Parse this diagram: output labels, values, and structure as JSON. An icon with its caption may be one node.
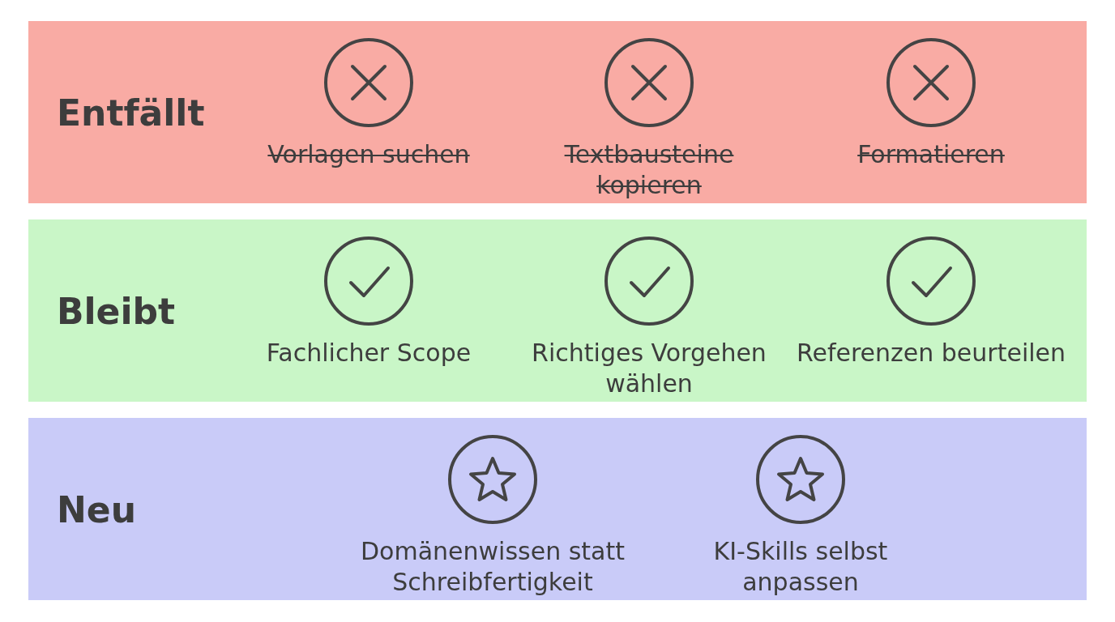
{
  "diagram": {
    "nodes": [
      {
        "text": [
          "Entfällt"
        ]
      },
      {
        "text": [
          "Vorlagen suchen"
        ],
        "in": 0
      },
      {
        "text": [
          "Textbausteine kopieren"
        ],
        "in": 0
      },
      {
        "text": [
          "Formatieren"
        ],
        "in": 0
      },
      {
        "text": [
          "Bleibt"
        ]
      },
      {
        "text": [
          "Fachlicher Scope"
        ],
        "in": 4
      },
      {
        "text": [
          "Richtiges Vorgehen wählen"
        ],
        "in": 4
      },
      {
        "text": [
          "Referenzen beurteilen"
        ],
        "in": 4
      },
      {
        "text": [
          "Neu"
        ]
      },
      {
        "text": [
          "Domänenwissen statt Schreibfertigkeit"
        ],
        "in": 8
      },
      {
        "text": [
          "KI-Skills selbst anpassen"
        ],
        "in": 8
      }
    ]
  }
}
